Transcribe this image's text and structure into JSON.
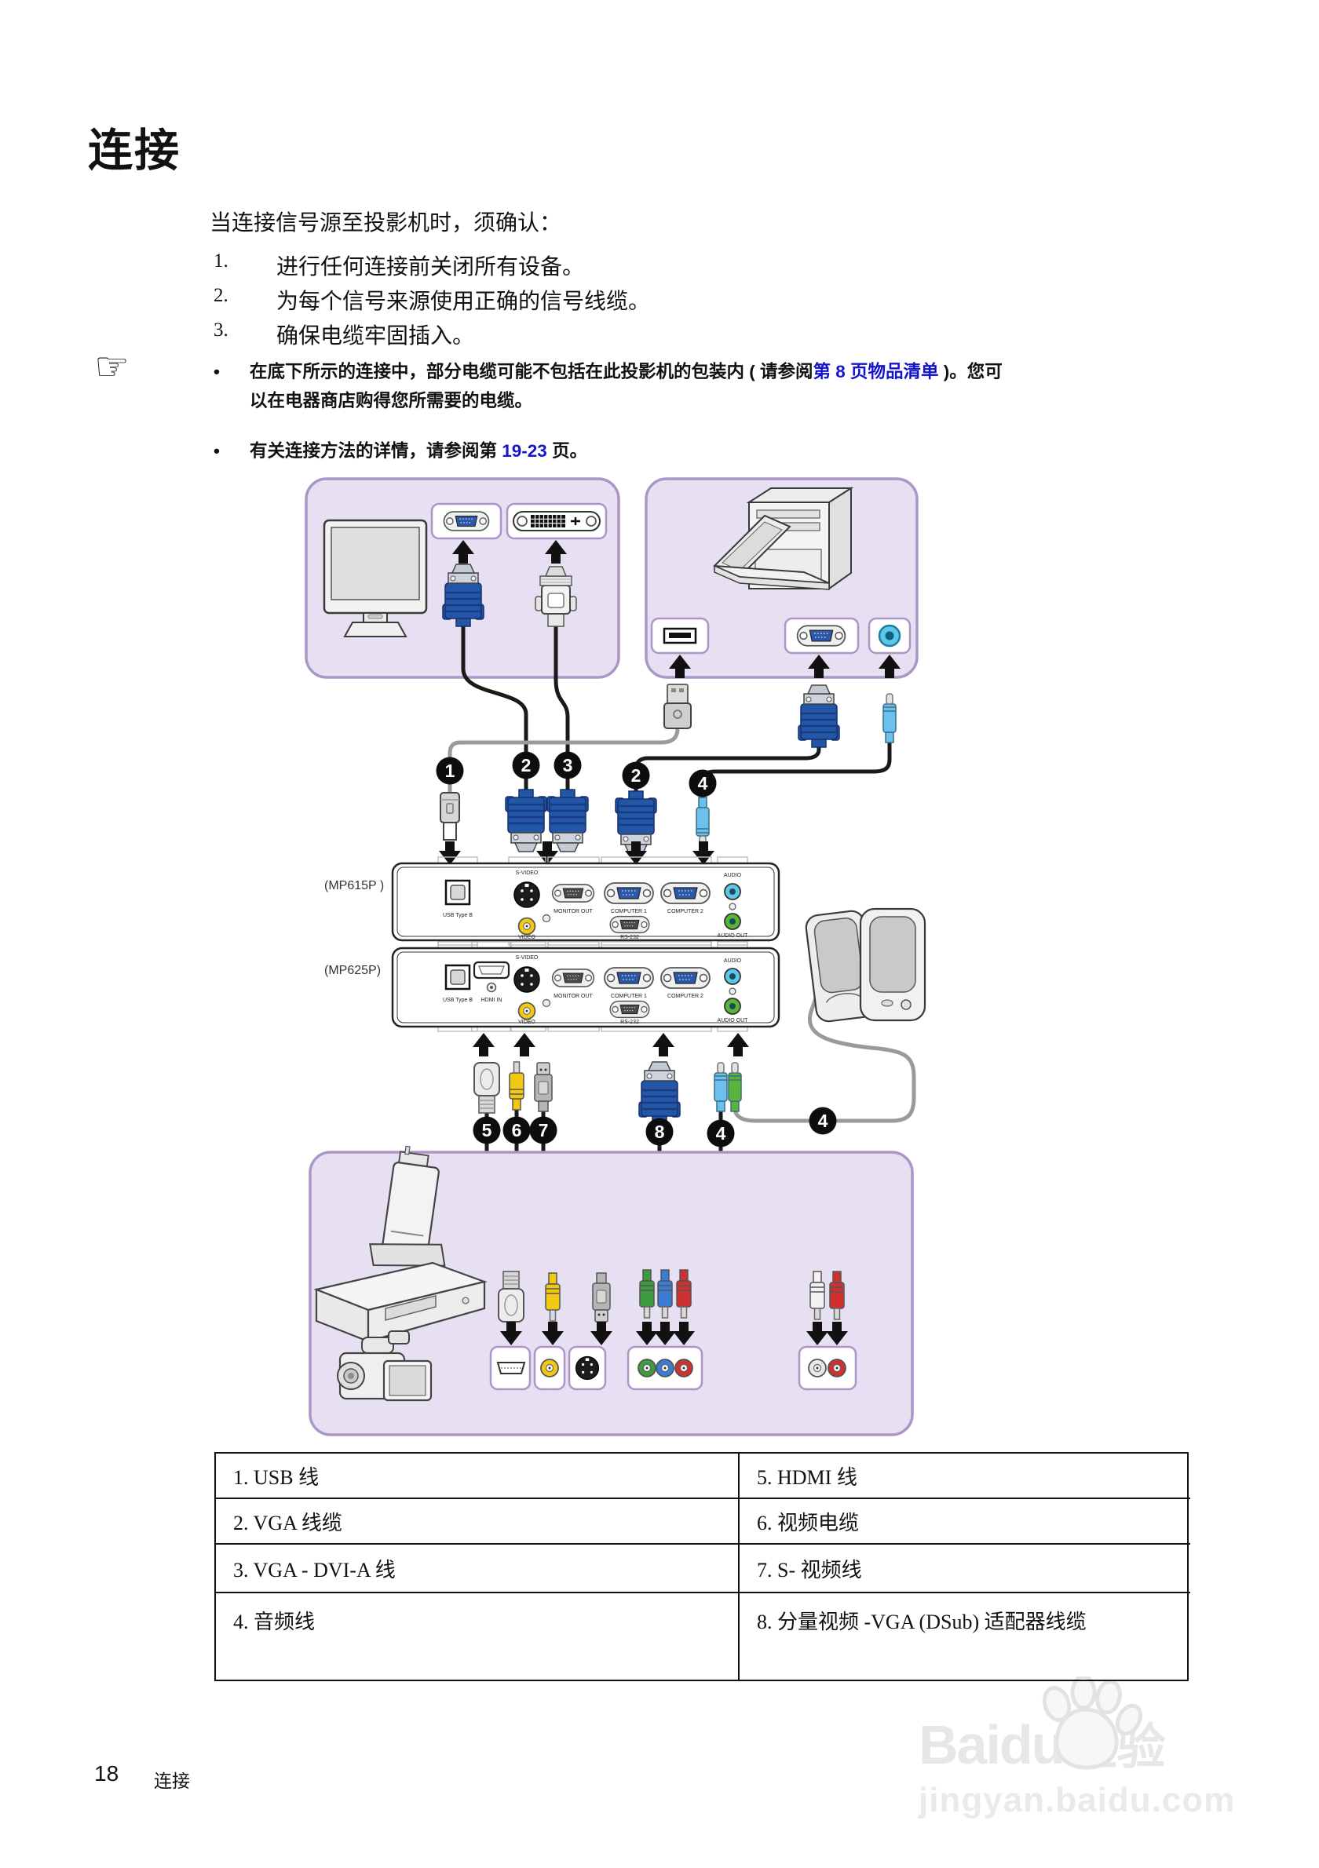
{
  "page": {
    "title": "连接",
    "intro": "当连接信号源至投影机时，须确认：",
    "steps": [
      {
        "num": "1.",
        "text": "进行任何连接前关闭所有设备。"
      },
      {
        "num": "2.",
        "text": "为每个信号来源使用正确的信号线缆。"
      },
      {
        "num": "3.",
        "text": "确保电缆牢固插入。"
      }
    ],
    "hand_icon": "☞",
    "bullet": "•",
    "note1": {
      "pre": "在底下所示的连接中，部分电缆可能不包括在此投影机的包装内 ( 请参阅",
      "link": "第 8 页物品清单",
      "post": " )。您可",
      "line2": "以在电器商店购得您所需要的电缆。"
    },
    "note2": {
      "pre": "有关连接方法的详情，请参阅第 ",
      "link": "19-23",
      "post": " 页。"
    }
  },
  "diagram": {
    "models": [
      "(MP615P )",
      "(MP625P)"
    ],
    "callouts": [
      "1",
      "2",
      "3",
      "2",
      "4",
      "5",
      "6",
      "7",
      "8",
      "4",
      "4"
    ],
    "ports": {
      "usb_type_b": "USB Type B",
      "hdmi_in": "HDMI IN",
      "s_video": "S-VIDEO",
      "video": "VIDEO",
      "monitor_out": "MONITOR OUT",
      "computer_1": "COMPUTER 1",
      "computer_2": "COMPUTER 2",
      "rs_232": "RS-232",
      "audio": "AUDIO",
      "audio_out": "AUDIO OUT"
    }
  },
  "table": {
    "rows": [
      {
        "left": "1. USB 线",
        "right": "5. HDMI 线"
      },
      {
        "left": "2. VGA 线缆",
        "right": "6. 视频电缆"
      },
      {
        "left": "3. VGA - DVI-A 线",
        "right": "7. S- 视频线"
      },
      {
        "left": "4. 音频线",
        "right": "8. 分量视频 -VGA (DSub) 适配器线缆"
      }
    ]
  },
  "footer": {
    "page_number": "18",
    "label": "连接"
  },
  "watermark": {
    "brand": "Baidu",
    "suffix": "经验",
    "url": "jingyan.baidu.com"
  },
  "colors": {
    "box_lavender": "#e7e0f2",
    "box_border": "#ab96c8",
    "link_blue": "#1414cc",
    "vga_blue": "#2456a8",
    "audio_cyan": "#5bc8ea",
    "audio_green": "#58b53a",
    "video_yellow": "#f2c812",
    "component_green": "#3f9b3f",
    "component_blue": "#3a7bd5",
    "component_red": "#d03030"
  }
}
